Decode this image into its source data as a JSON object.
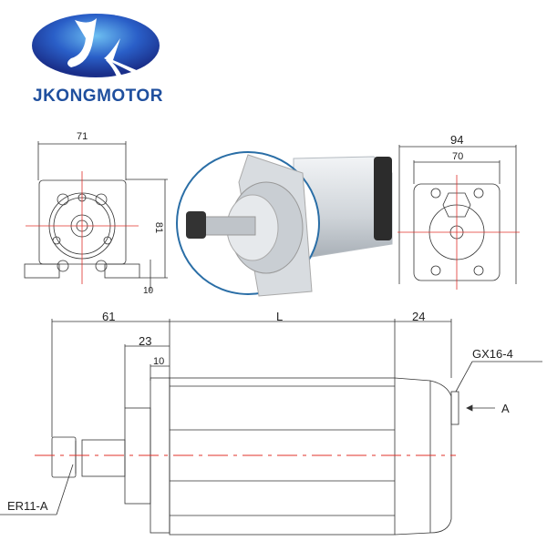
{
  "brand": {
    "name": "JKONGMOTOR",
    "logo_colors": {
      "ellipse": "#1e3fa8",
      "ellipse_center": "#4da3e8",
      "text": "#1f4f9e"
    }
  },
  "front_view": {
    "width_label": "71",
    "height_label": "81",
    "foot_label": "10"
  },
  "rear_view": {
    "outer_width_label": "94",
    "inner_width_label": "70"
  },
  "side_view": {
    "front_length_label": "61",
    "body_length_label": "L",
    "rear_length_label": "24",
    "flange_label": "23",
    "plate_label": "10",
    "collet_label": "ER11-A",
    "connector_label": "GX16-4",
    "view_arrow_label": "A"
  },
  "colors": {
    "centerline": "#e0302a",
    "line": "#333333",
    "photo_circle": "#2a6ea6"
  }
}
